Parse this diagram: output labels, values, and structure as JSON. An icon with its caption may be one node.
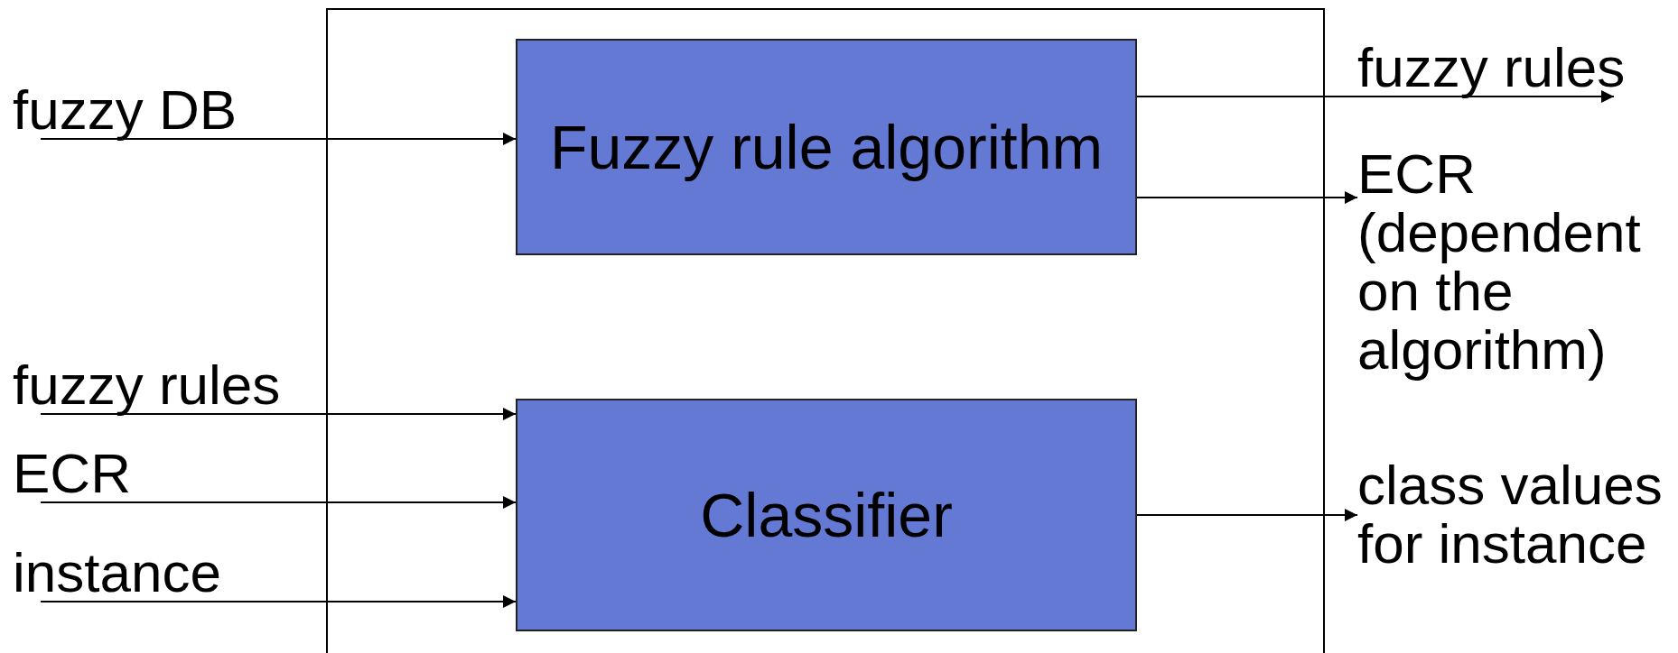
{
  "diagram": {
    "nodes": [
      {
        "text": [],
        "shape": "box"
      },
      {
        "text": [
          "Fuzzy rule algorithm"
        ],
        "in": 0
      },
      {
        "text": [
          "Classifier"
        ],
        "in": 0
      },
      {
        "text": [
          "fuzzy DB"
        ]
      },
      {
        "text": [
          "fuzzy rules"
        ]
      },
      {
        "text": [
          "ECR"
        ]
      },
      {
        "text": [
          "instance"
        ]
      },
      {
        "text": [
          "fuzzy rules"
        ]
      },
      {
        "text": [
          "ECR (dependent on the algorithm)"
        ]
      },
      {
        "text": [
          "class values for instance"
        ]
      }
    ],
    "edges": [
      {
        "from": 3,
        "to": 1,
        "arrow": "to"
      },
      {
        "from": 1,
        "to": 7,
        "arrow": "to"
      },
      {
        "from": 1,
        "to": 8,
        "arrow": "to"
      },
      {
        "from": 4,
        "to": 2,
        "arrow": "to"
      },
      {
        "from": 5,
        "to": 2,
        "arrow": "to"
      },
      {
        "from": 6,
        "to": 2,
        "arrow": "to"
      },
      {
        "from": 2,
        "to": 9,
        "arrow": "to"
      }
    ]
  }
}
